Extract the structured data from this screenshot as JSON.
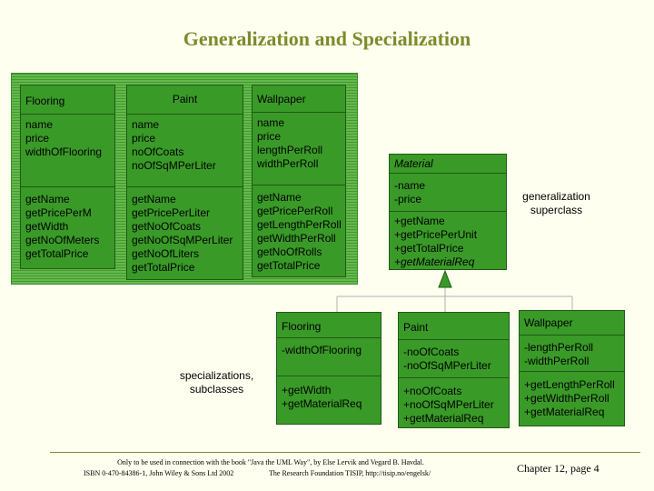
{
  "title": "Generalization and Specialization",
  "left_classes": [
    {
      "name": "Flooring",
      "attributes": [
        "name",
        "price",
        "widthOfFlooring"
      ],
      "operations": [
        "getName",
        "getPricePerM",
        "getWidth",
        "getNoOfMeters",
        "getTotalPrice"
      ]
    },
    {
      "name": "Paint",
      "attributes": [
        "name",
        "price",
        "noOfCoats",
        "noOfSqMPerLiter"
      ],
      "operations": [
        "getName",
        "getPricePerLiter",
        "getNoOfCoats",
        "getNoOfSqMPerLiter",
        "getNoOfLiters",
        "getTotalPrice"
      ]
    },
    {
      "name": "Wallpaper",
      "attributes": [
        "name",
        "price",
        "lengthPerRoll",
        "widthPerRoll"
      ],
      "operations": [
        "getName",
        "getPricePerRoll",
        "getLengthPerRoll",
        "getWidthPerRoll",
        "getNoOfRolls",
        "getTotalPrice"
      ]
    }
  ],
  "superclass": {
    "name": "Material",
    "attributes": [
      "-name",
      "-price"
    ],
    "operations": [
      "+getName",
      "+getPricePerUnit",
      "+getTotalPrice",
      "+getMaterialReq"
    ]
  },
  "superclass_label": [
    "generalization",
    "superclass"
  ],
  "subclasses": [
    {
      "name": "Flooring",
      "attributes": [
        "-widthOfFlooring"
      ],
      "operations": [
        "+getWidth",
        "+getMaterialReq"
      ]
    },
    {
      "name": "Paint",
      "attributes": [
        "-noOfCoats",
        "-noOfSqMPerLiter"
      ],
      "operations": [
        "+noOfCoats",
        "+noOfSqMPerLiter",
        "+getMaterialReq"
      ]
    },
    {
      "name": "Wallpaper",
      "attributes": [
        "-lengthPerRoll",
        "-widthPerRoll"
      ],
      "operations": [
        "+getLengthPerRoll",
        "+getWidthPerRoll",
        "+getMaterialReq"
      ]
    }
  ],
  "subclass_label": [
    "specializations,",
    "subclasses"
  ],
  "footer": {
    "line1": "Only to be used in connection with the book \"Java the UML Way\", by Else Lervik and Vegard B. Havdal.",
    "line2": "ISBN 0-470-84386-1, John Wiley & Sons Ltd 2002",
    "line2b": "The Research Foundation TISIP, http://tisip.no/engelsk/",
    "page": "Chapter 12, page 4"
  },
  "colors": {
    "class_fill": "#3A9A28",
    "title": "#7F8B2B",
    "background": "#FFFFF0"
  }
}
